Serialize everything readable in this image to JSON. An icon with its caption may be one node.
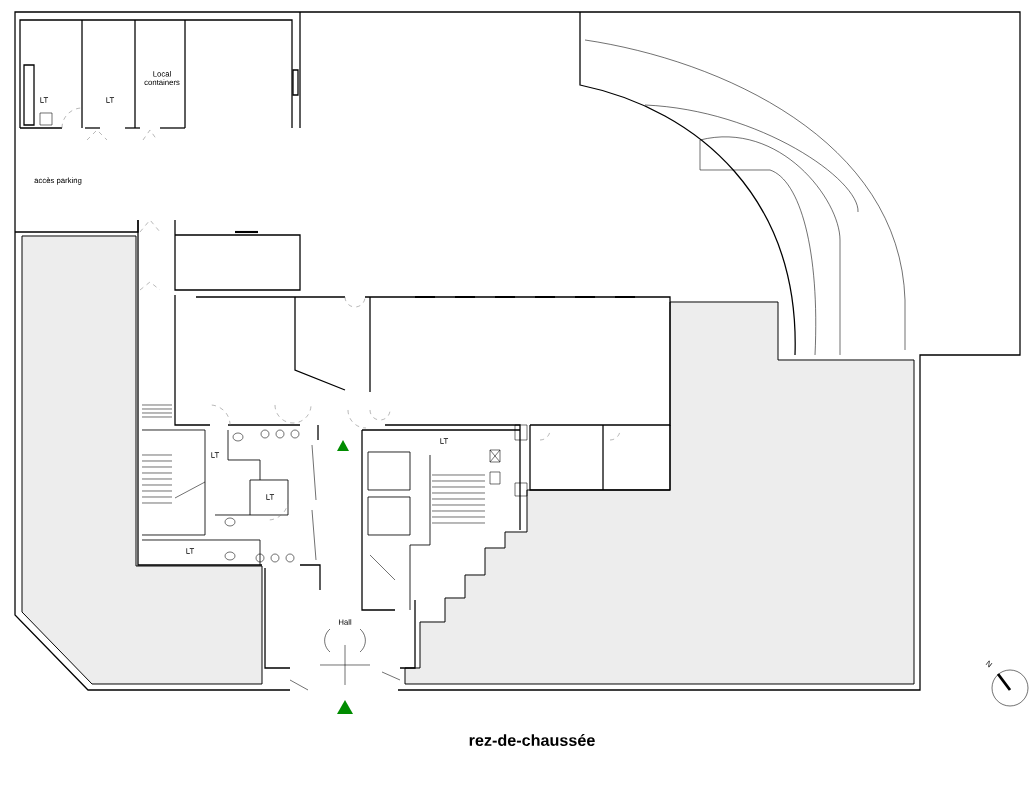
{
  "diagram": {
    "caption": "rez-de-chaussée",
    "labels": [
      "LT",
      "LT",
      "Local containers",
      "accès parking",
      "LT",
      "LT",
      "LT",
      "LT",
      "Hall",
      "N"
    ]
  }
}
